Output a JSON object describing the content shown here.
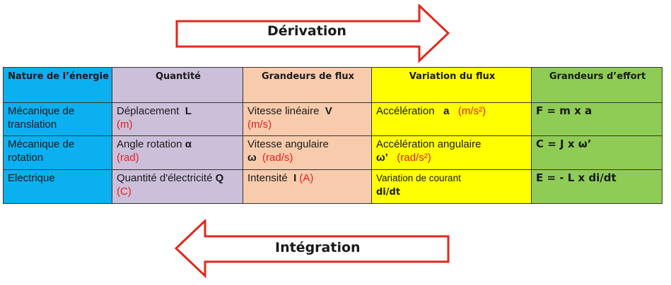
{
  "arrows": {
    "top_label": "Dérivation",
    "bottom_label": "Intégration",
    "stroke_color": "#e0281e"
  },
  "table": {
    "headers": [
      "Nature de l’énergie",
      "Quantité",
      "Grandeurs de flux",
      "Variation du flux",
      "Grandeurs d’effort"
    ],
    "header_colors": [
      "#0bb0f0",
      "#cbbfd9",
      "#f8cbad",
      "#ffff00",
      "#8fcc55"
    ],
    "rows": [
      {
        "nature": "Mécanique de translation",
        "quantite": {
          "text": "Déplacement",
          "symbol": "L",
          "unit": "(m)"
        },
        "flux": {
          "text": "Vitesse linéaire",
          "symbol": "V",
          "unit": "(m/s)"
        },
        "variation": {
          "text": "Accélération",
          "symbol": "a",
          "unit": "(m/s²)"
        },
        "effort": "F = m x a"
      },
      {
        "nature": "Mécanique de rotation",
        "quantite": {
          "text": "Angle rotation",
          "symbol": "α",
          "unit": "(rad)"
        },
        "flux": {
          "text": "Vitesse angulaire",
          "symbol": "ω",
          "unit": "(rad/s)"
        },
        "variation": {
          "text": "Accélération angulaire",
          "symbol": "ω’",
          "unit": "(rad/s²)"
        },
        "effort": "C = J x ω’"
      },
      {
        "nature": "Electrique",
        "quantite": {
          "text": "Quantité d'électricité",
          "symbol": "Q",
          "unit": "(C)"
        },
        "flux": {
          "text": "Intensité",
          "symbol": "I",
          "unit": "(A)"
        },
        "variation": {
          "text": "Variation de courant",
          "symbol": "di/dt",
          "unit": ""
        },
        "effort": "E = - L x di/dt"
      }
    ]
  }
}
